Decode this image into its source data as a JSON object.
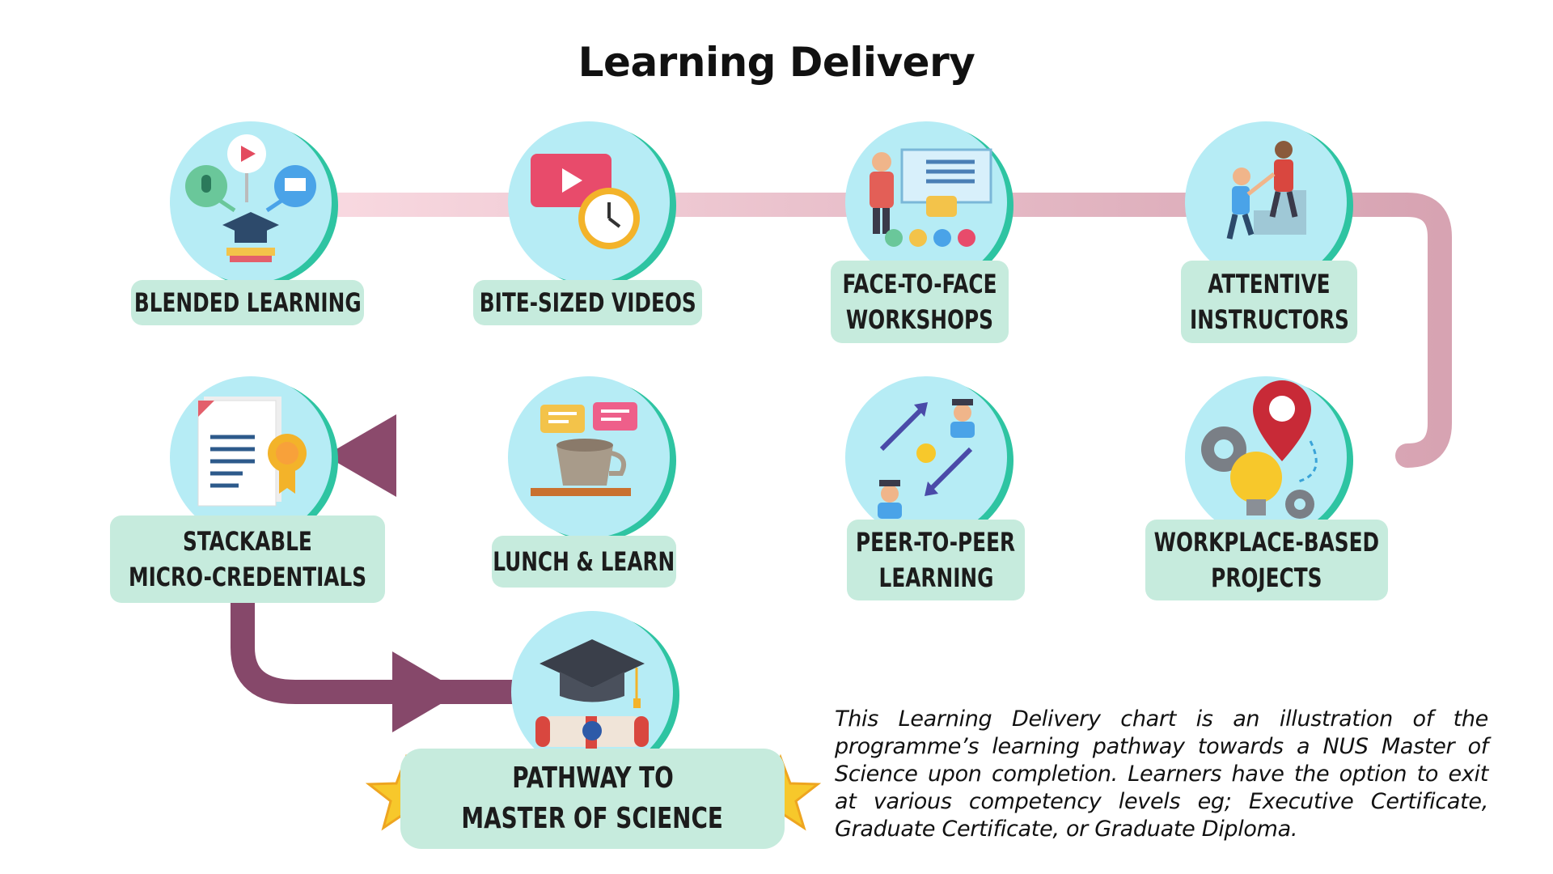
{
  "title": "Learning Delivery",
  "colors": {
    "path_light": "#f5d3dc",
    "path_mid": "#c995a5",
    "path_dark": "#86486a",
    "circle_fill": "#b6ecf5",
    "circle_edge": "#2ec4a2",
    "label_bg": "#c6ebdd"
  },
  "steps": [
    {
      "id": "blended",
      "label_lines": [
        "BLENDED LEARNING"
      ],
      "icon": "blended-learning-icon"
    },
    {
      "id": "videos",
      "label_lines": [
        "BITE-SIZED VIDEOS"
      ],
      "icon": "video-clock-icon"
    },
    {
      "id": "workshops",
      "label_lines": [
        "FACE-TO-FACE",
        "WORKSHOPS"
      ],
      "icon": "presentation-icon"
    },
    {
      "id": "instructors",
      "label_lines": [
        "ATTENTIVE",
        "INSTRUCTORS"
      ],
      "icon": "helping-hand-icon"
    },
    {
      "id": "projects",
      "label_lines": [
        "WORKPLACE-BASED",
        "PROJECTS"
      ],
      "icon": "gears-lightbulb-pin-icon"
    },
    {
      "id": "peer",
      "label_lines": [
        "PEER-TO-PEER",
        "LEARNING"
      ],
      "icon": "peer-exchange-icon"
    },
    {
      "id": "lunch",
      "label_lines": [
        "LUNCH & LEARN"
      ],
      "icon": "coffee-chat-icon"
    },
    {
      "id": "credentials",
      "label_lines": [
        "STACKABLE",
        "MICRO-CREDENTIALS"
      ],
      "icon": "certificate-icon"
    },
    {
      "id": "pathway",
      "label_lines": [
        "PATHWAY TO",
        "MASTER OF SCIENCE"
      ],
      "icon": "graduation-cap-diploma-icon"
    }
  ],
  "description": "This Learning Delivery chart is an illustration of the programme’s learning pathway towards a NUS Master of Science upon completion. Learners have the option to exit at various competency levels eg; Executive Certificate, Graduate Certificate, or Graduate Diploma."
}
